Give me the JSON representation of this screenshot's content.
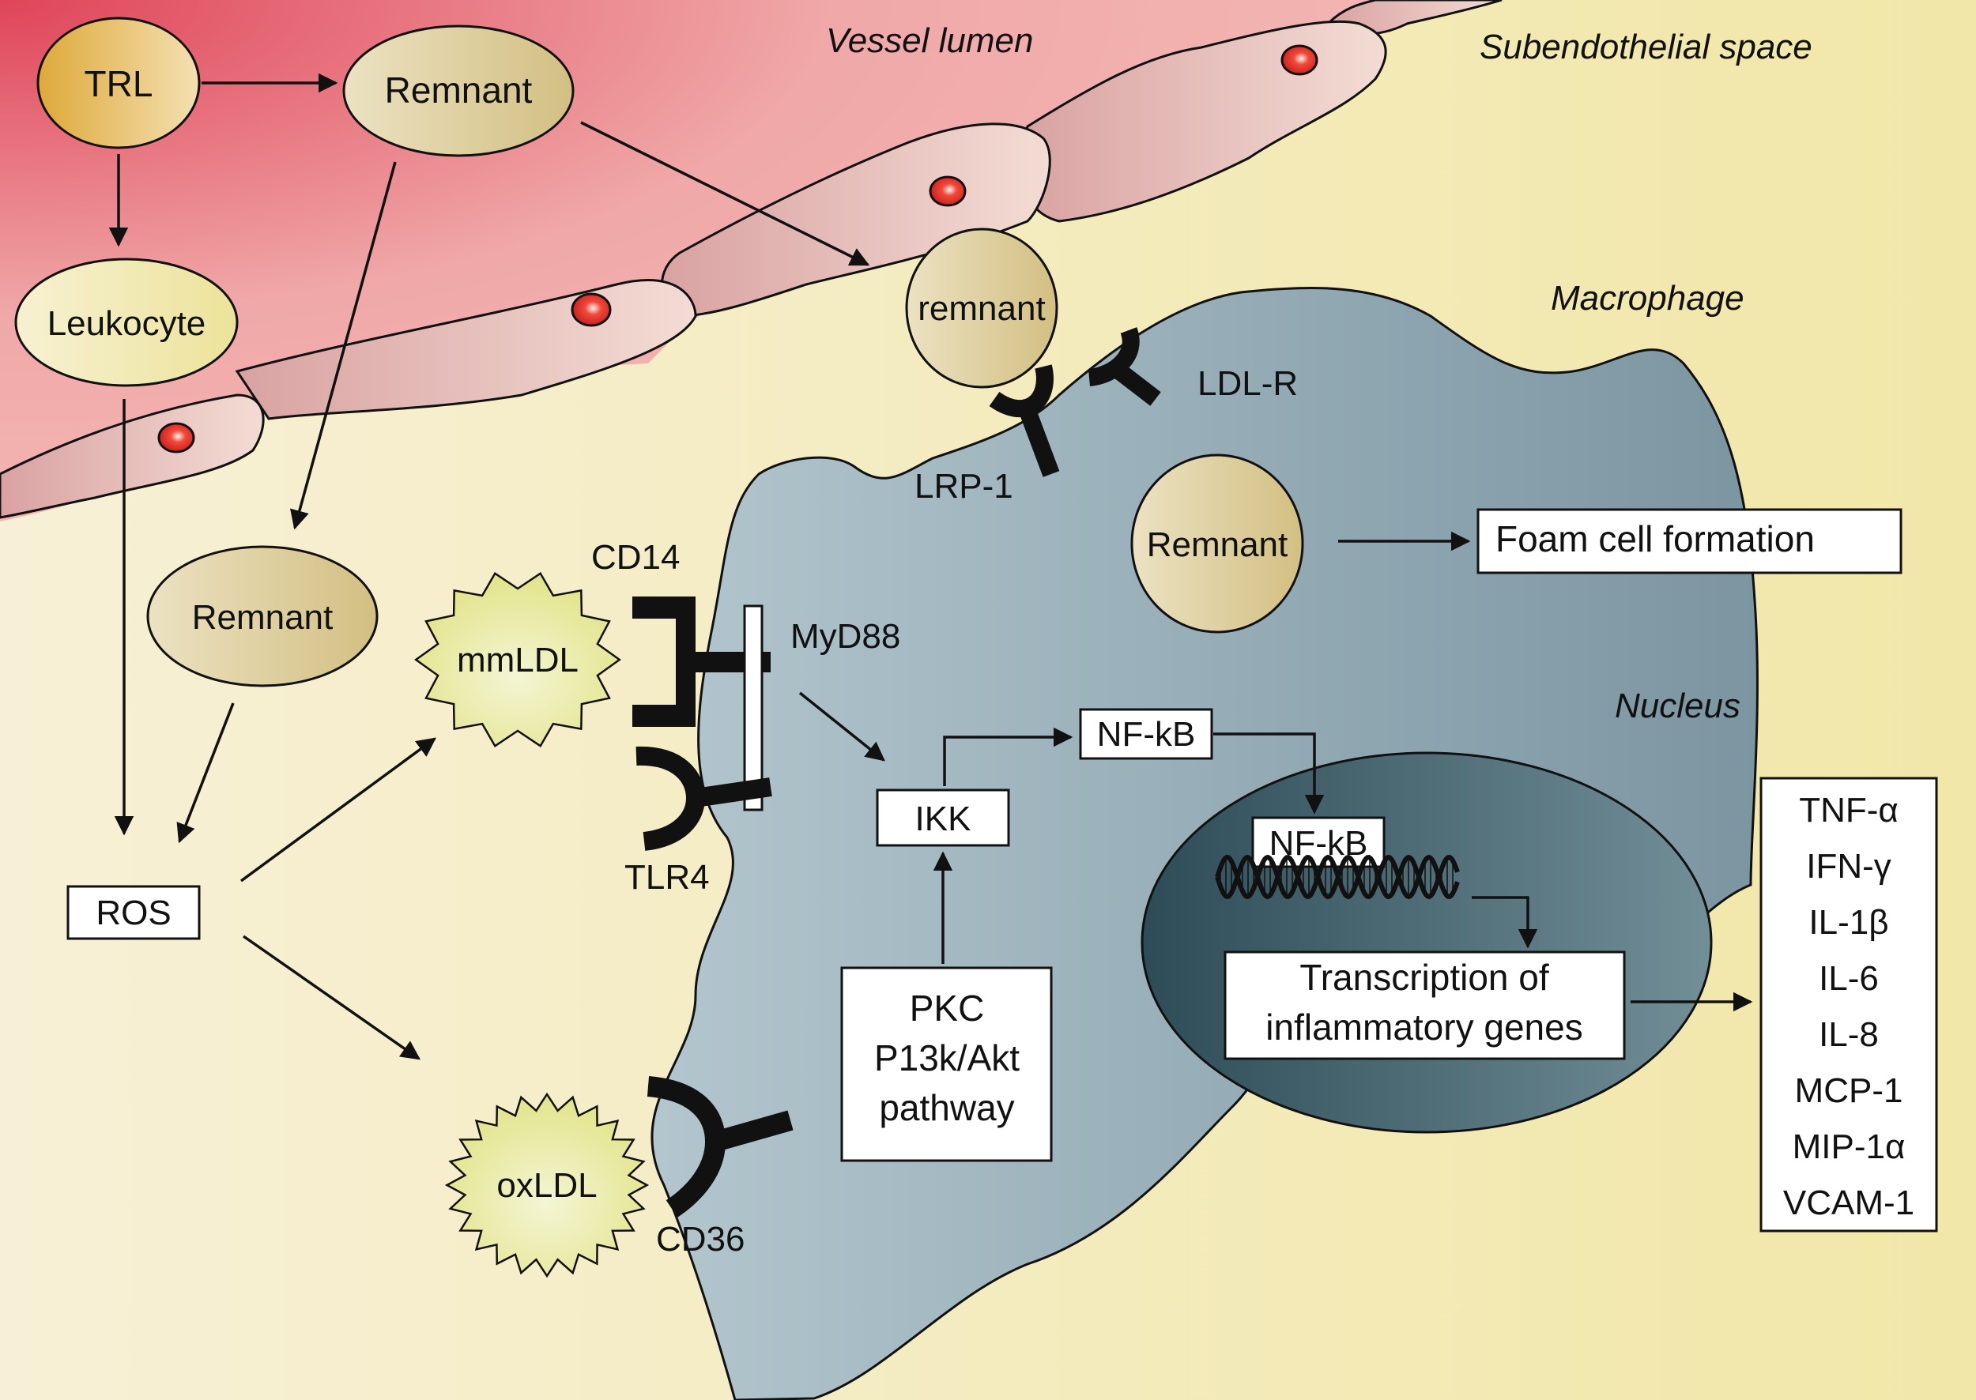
{
  "regions": {
    "vessel_lumen": "Vessel lumen",
    "subendothelial_space": "Subendothelial space",
    "macrophage": "Macrophage",
    "nucleus": "Nucleus"
  },
  "particles": {
    "trl": "TRL",
    "remnant_lumen": "Remnant",
    "leukocyte": "Leukocyte",
    "remnant_subendo": "Remnant",
    "remnant_receptor": "remnant",
    "remnant_macrophage": "Remnant",
    "mmldl": "mmLDL",
    "oxldl": "oxLDL"
  },
  "receptors": {
    "cd14": "CD14",
    "tlr4": "TLR4",
    "myd88": "MyD88",
    "cd36": "CD36",
    "ldlr": "LDL-R",
    "lrp1": "LRP-1"
  },
  "boxes": {
    "ros": "ROS",
    "ikk": "IKK",
    "nfkb_cyto": "NF-kB",
    "nfkb_nuc": "NF-kB",
    "foam": "Foam cell formation",
    "pkc_lines": [
      "PKC",
      "P13k/Akt",
      "pathway"
    ],
    "transcription_lines": [
      "Transcription of",
      "inflammatory genes"
    ]
  },
  "cytokines": [
    "TNF-α",
    "IFN-γ",
    "IL-1β",
    "IL-6",
    "IL-8",
    "MCP-1",
    "MIP-1α",
    "VCAM-1"
  ],
  "colors": {
    "lumen_dark": "#e0455a",
    "lumen_light": "#f2b0ae",
    "subendo": "#f4eebb",
    "macrophage_light": "#b2c4cc",
    "macrophage_dark": "#7d97a3",
    "nucleus_dark": "#2f4f5a",
    "nucleus_light": "#6d8a93",
    "particle_tan": "#d8c48e",
    "trl_orange": "#e3b040",
    "ldl_green": "#e8eaa0",
    "nucleus_red": "#e02020"
  }
}
